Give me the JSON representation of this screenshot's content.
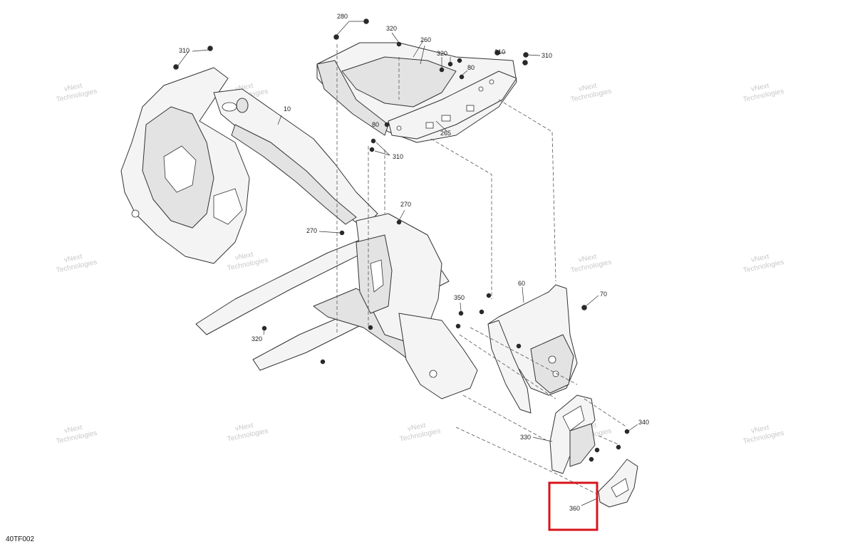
{
  "diagram_code": "40TF002",
  "watermark": {
    "line1": "vNext",
    "line2": "Technologies",
    "combined": "vNext Technologies"
  },
  "callouts": {
    "c280": "280",
    "c310a": "310",
    "c320a": "320",
    "c260": "260",
    "c320b": "320",
    "c80a": "80",
    "c310b": "310",
    "c310c": "310",
    "c10": "10",
    "c80b": "80",
    "c265": "265",
    "c310d": "310",
    "c270a": "270",
    "c270b": "270",
    "c60": "60",
    "c70": "70",
    "c350": "350",
    "c320c": "320",
    "c340": "340",
    "c330": "330",
    "c360": "360"
  },
  "highlight_color": "#d8141b"
}
